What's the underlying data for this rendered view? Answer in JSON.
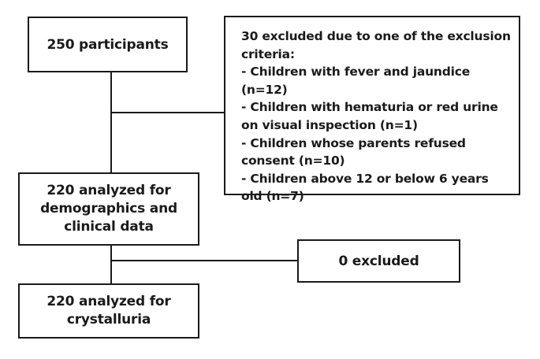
{
  "flowchart": {
    "participants": "250 participants",
    "excluded": {
      "heading": "30 excluded due to one of the exclusion criteria:",
      "criteria": [
        "- Children with fever and jaundice (n=12)",
        "- Children with hematuria or red urine on visual inspection (n=1)",
        "- Children whose parents refused consent (n=10)",
        "- Children above 12 or below 6 years old (n=7)"
      ]
    },
    "analyzed_demographics": "220 analyzed for demographics and clinical data",
    "zero_excluded": "0 excluded",
    "analyzed_crystalluria": "220 analyzed for crystalluria"
  }
}
